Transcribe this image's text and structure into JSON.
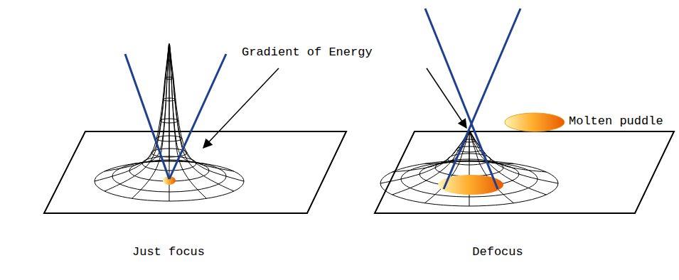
{
  "diagram": {
    "labels": [
      "Gradient of Energy",
      "Just focus",
      "Defocus"
    ],
    "legend": [
      {
        "text": "Molten puddle"
      }
    ]
  }
}
